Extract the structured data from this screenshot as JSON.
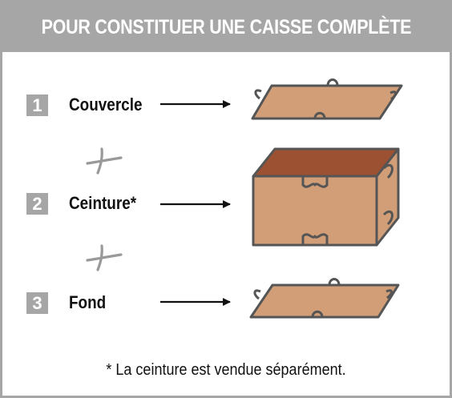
{
  "title": "POUR CONSTITUER UNE CAISSE COMPLÈTE",
  "items": [
    {
      "number": "1",
      "label": "Couvercle"
    },
    {
      "number": "2",
      "label": "Ceinture*"
    },
    {
      "number": "3",
      "label": "Fond"
    }
  ],
  "footnote": "* La ceinture est vendue séparément.",
  "colors": {
    "header_bg": "#a6a6a6",
    "wood": "#d19e78",
    "wood_top": "#9b5132",
    "outline": "#555555"
  }
}
